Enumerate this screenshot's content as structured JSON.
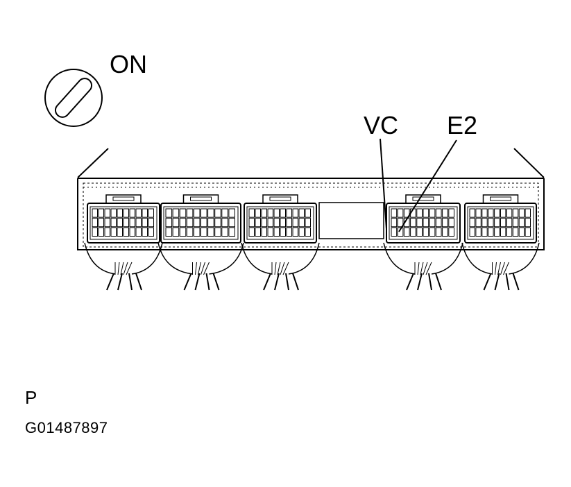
{
  "diagram": {
    "switch_label": "ON",
    "terminal_labels": [
      "VC",
      "E2"
    ],
    "connector_count": 5,
    "connectors_with_terminals": [
      4
    ]
  },
  "footer": {
    "code_letter": "P",
    "figure_id": "G01487897"
  }
}
